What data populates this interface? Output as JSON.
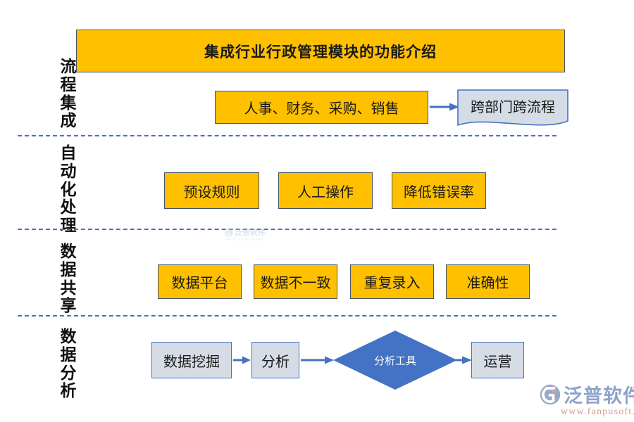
{
  "title": {
    "text": "集成行业行政管理模块的功能介绍"
  },
  "rows": [
    {
      "label": "流程集成",
      "nodes": [
        {
          "text": "人事、财务、采购、销售",
          "shape": "rect",
          "style": "yellow"
        },
        {
          "text": "跨部门跨流程",
          "shape": "document",
          "style": "bluegrey"
        }
      ],
      "connector": "arrow-right"
    },
    {
      "label": "自动化处理",
      "nodes": [
        {
          "text": "预设规则",
          "shape": "rect",
          "style": "yellow"
        },
        {
          "text": "人工操作",
          "shape": "rect",
          "style": "yellow"
        },
        {
          "text": "降低错误率",
          "shape": "rect",
          "style": "yellow"
        }
      ]
    },
    {
      "label": "数据共享",
      "nodes": [
        {
          "text": "数据平台",
          "shape": "rect",
          "style": "yellow"
        },
        {
          "text": "数据不一致",
          "shape": "rect",
          "style": "yellow"
        },
        {
          "text": "重复录入",
          "shape": "rect",
          "style": "yellow"
        },
        {
          "text": "准确性",
          "shape": "rect",
          "style": "yellow"
        }
      ]
    },
    {
      "label": "数据分析",
      "nodes": [
        {
          "text": "数据挖掘",
          "shape": "rect",
          "style": "bluegrey"
        },
        {
          "text": "分析",
          "shape": "rect",
          "style": "bluegrey"
        },
        {
          "text": "分析工具",
          "shape": "diamond",
          "style": "blue"
        },
        {
          "text": "运营",
          "shape": "rect",
          "style": "bluegrey"
        }
      ],
      "connector": "arrow-right"
    }
  ],
  "logo": {
    "name": "泛普软件",
    "url": "www.fanpusoft.com"
  },
  "watermark": {
    "name": "泛普软件",
    "sub": "FANPU SOFTWARE"
  },
  "colors": {
    "accent_yellow": "#FFC000",
    "accent_blue": "#4472C4",
    "box_border_dark": "#44546A",
    "bluegrey_fill": "#D6DCE5",
    "text_dark": "#1A1A1A"
  }
}
